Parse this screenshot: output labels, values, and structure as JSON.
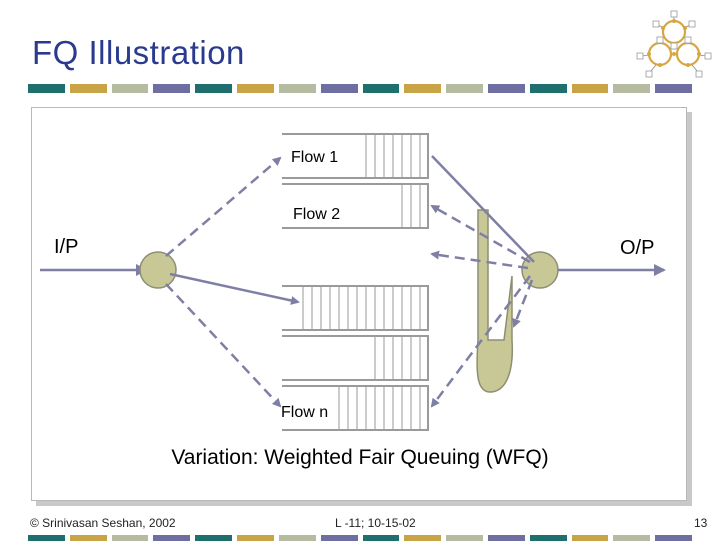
{
  "slide": {
    "title": "FQ Illustration",
    "caption": "Variation: Weighted Fair Queuing (WFQ)"
  },
  "diagram": {
    "input_label": "I/P",
    "output_label": "O/P",
    "flows": [
      {
        "label": "Flow 1"
      },
      {
        "label": "Flow 2"
      },
      {
        "label": ""
      },
      {
        "label": ""
      },
      {
        "label": "Flow n"
      }
    ]
  },
  "footer": {
    "copyright": "© Srinivasan Seshan, 2002",
    "lecture": "L -11; 10-15-02",
    "page": "13"
  },
  "colors": {
    "title": "#2a3b8f",
    "node_fill": "#c8c896",
    "line": "#7f7fa6",
    "stripe": [
      "#1f6f6f",
      "#c9a447",
      "#b4bba0",
      "#6e6fa0"
    ]
  }
}
